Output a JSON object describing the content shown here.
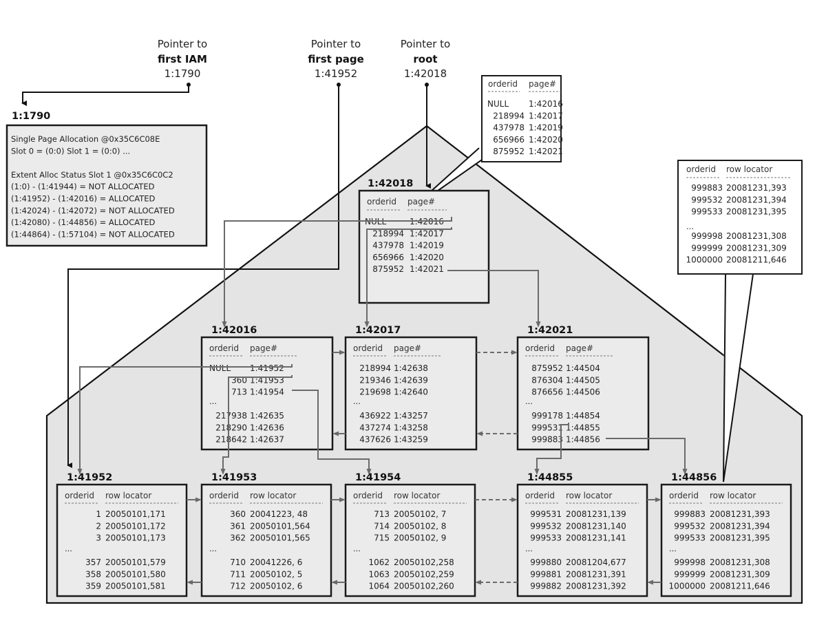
{
  "pointers": [
    {
      "line1": "Pointer to",
      "line2": "first IAM",
      "value": "1:1790"
    },
    {
      "line1": "Pointer to",
      "line2": "first page",
      "value": "1:41952"
    },
    {
      "line1": "Pointer to",
      "line2": "root",
      "value": "1:42018"
    }
  ],
  "iam_page": {
    "title": "1:1790",
    "lines": [
      "Single Page Allocation @0x35C6C08E",
      "Slot 0 = (0:0)  Slot 1 = (0:0)  ...",
      "",
      "Extent Alloc Status Slot 1 @0x35C6C0C2",
      " (1:0)        - (1:41944) = NOT ALLOCATED",
      " (1:41952) - (1:42016) =          ALLOCATED",
      " (1:42024) - (1:42072) = NOT ALLOCATED",
      " (1:42080) - (1:44856) =          ALLOCATED",
      " (1:44864) - (1:57104) = NOT ALLOCATED"
    ]
  },
  "columns": {
    "key": "orderid",
    "page": "page#",
    "locator": "row locator",
    "ellipsis": "..."
  },
  "root_callout": {
    "rows": [
      [
        "NULL",
        "1:42016"
      ],
      [
        "218994",
        "1:42017"
      ],
      [
        "437978",
        "1:42019"
      ],
      [
        "656966",
        "1:42020"
      ],
      [
        "875952",
        "1:42021"
      ]
    ]
  },
  "leaf_callout": {
    "top": [
      [
        "999883",
        "20081231,393"
      ],
      [
        "999532",
        "20081231,394"
      ],
      [
        "999533",
        "20081231,395"
      ]
    ],
    "bottom": [
      [
        "999998",
        "20081231,308"
      ],
      [
        "999999",
        "20081231,309"
      ],
      [
        "1000000",
        "20081211,646"
      ]
    ]
  },
  "root": {
    "title": "1:42018",
    "rows": [
      [
        "NULL",
        "1:42016"
      ],
      [
        "218994",
        "1:42017"
      ],
      [
        "437978",
        "1:42019"
      ],
      [
        "656966",
        "1:42020"
      ],
      [
        "875952",
        "1:42021"
      ]
    ]
  },
  "intermediate": [
    {
      "title": "1:42016",
      "top": [
        [
          "NULL",
          "1:41952"
        ],
        [
          "360",
          "1:41953"
        ],
        [
          "713",
          "1:41954"
        ]
      ],
      "bottom": [
        [
          "217938",
          "1:42635"
        ],
        [
          "218290",
          "1:42636"
        ],
        [
          "218642",
          "1:42637"
        ]
      ]
    },
    {
      "title": "1:42017",
      "top": [
        [
          "218994",
          "1:42638"
        ],
        [
          "219346",
          "1:42639"
        ],
        [
          "219698",
          "1:42640"
        ]
      ],
      "bottom": [
        [
          "436922",
          "1:43257"
        ],
        [
          "437274",
          "1:43258"
        ],
        [
          "437626",
          "1:43259"
        ]
      ]
    },
    {
      "title": "1:42021",
      "top": [
        [
          "875952",
          "1:44504"
        ],
        [
          "876304",
          "1:44505"
        ],
        [
          "876656",
          "1:44506"
        ]
      ],
      "bottom": [
        [
          "999178",
          "1:44854"
        ],
        [
          "999531",
          "1:44855"
        ],
        [
          "999883",
          "1:44856"
        ]
      ]
    }
  ],
  "leaves": [
    {
      "title": "1:41952",
      "top": [
        [
          "1",
          "20050101,171"
        ],
        [
          "2",
          "20050101,172"
        ],
        [
          "3",
          "20050101,173"
        ]
      ],
      "bottom": [
        [
          "357",
          "20050101,579"
        ],
        [
          "358",
          "20050101,580"
        ],
        [
          "359",
          "20050101,581"
        ]
      ]
    },
    {
      "title": "1:41953",
      "top": [
        [
          "360",
          "20041223,  48"
        ],
        [
          "361",
          "20050101,564"
        ],
        [
          "362",
          "20050101,565"
        ]
      ],
      "bottom": [
        [
          "710",
          "20041226,    6"
        ],
        [
          "711",
          "20050102,    5"
        ],
        [
          "712",
          "20050102,    6"
        ]
      ]
    },
    {
      "title": "1:41954",
      "top": [
        [
          "713",
          "20050102,    7"
        ],
        [
          "714",
          "20050102,    8"
        ],
        [
          "715",
          "20050102,    9"
        ]
      ],
      "bottom": [
        [
          "1062",
          "20050102,258"
        ],
        [
          "1063",
          "20050102,259"
        ],
        [
          "1064",
          "20050102,260"
        ]
      ]
    },
    {
      "title": "1:44855",
      "top": [
        [
          "999531",
          "20081231,139"
        ],
        [
          "999532",
          "20081231,140"
        ],
        [
          "999533",
          "20081231,141"
        ]
      ],
      "bottom": [
        [
          "999880",
          "20081204,677"
        ],
        [
          "999881",
          "20081231,391"
        ],
        [
          "999882",
          "20081231,392"
        ]
      ]
    },
    {
      "title": "1:44856",
      "top": [
        [
          "999883",
          "20081231,393"
        ],
        [
          "999532",
          "20081231,394"
        ],
        [
          "999533",
          "20081231,395"
        ]
      ],
      "bottom": [
        [
          "999998",
          "20081231,308"
        ],
        [
          "999999",
          "20081231,309"
        ],
        [
          "1000000",
          "20081211,646"
        ]
      ]
    }
  ]
}
